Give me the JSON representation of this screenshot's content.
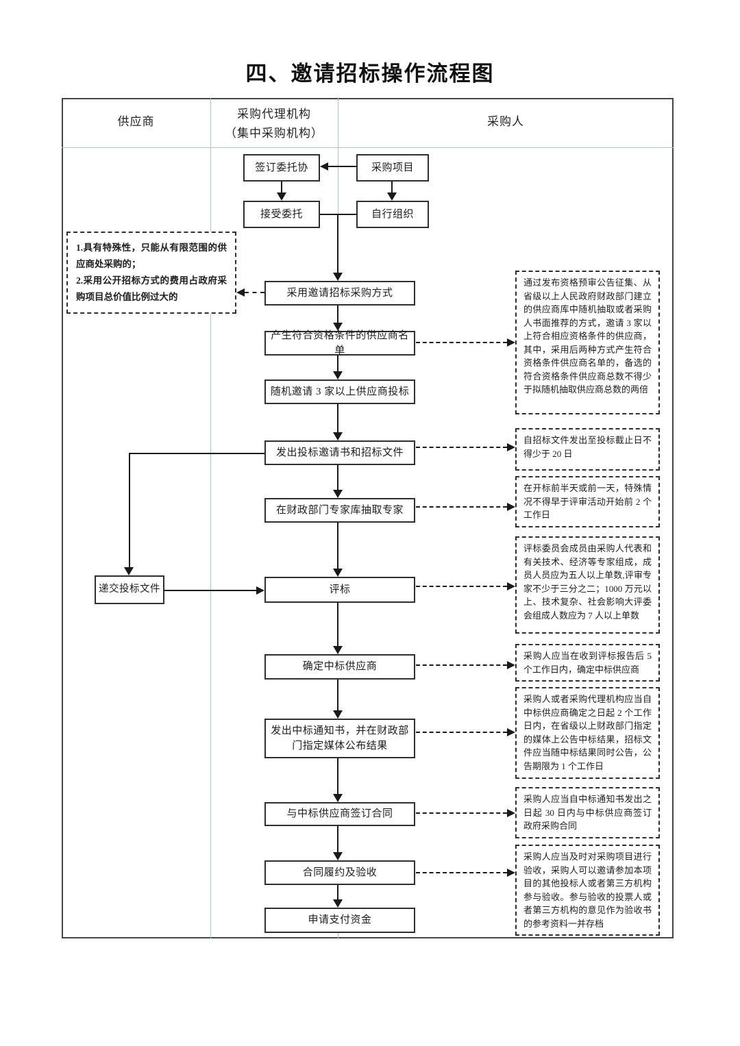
{
  "title": "四、邀请招标操作流程图",
  "lanes": {
    "supplier": "供应商",
    "agency": [
      "采购代理机构",
      "（集中采购机构）"
    ],
    "purchaser": "采购人"
  },
  "nodes": {
    "sign_agreement": "签订委托协",
    "procurement_project": "采购项目",
    "accept_commission": "接受委托",
    "self_organize": "自行组织",
    "adopt_method": "采用邀请招标采购方式",
    "generate_list": "产生符合资格条件的供应商名单",
    "random_invite": "随机邀请 3 家以上供应商投标",
    "issue_invitation": "发出投标邀请书和招标文件",
    "draw_experts": "在财政部门专家库抽取专家",
    "submit_bid": "递交投标文件",
    "evaluation": "评标",
    "determine_winner": "确定中标供应商",
    "issue_notice": "发出中标通知书，并在财政部门指定媒体公布结果",
    "sign_contract": "与中标供应商签订合同",
    "acceptance": "合同履约及验收",
    "apply_payment": "申请支付资金"
  },
  "notes": {
    "left_item1": "1.具有特殊性，只能从有限范围的供应商处采购的；",
    "left_item2": "2.采用公开招标方式的费用占政府采购项目总价值比例过大的",
    "right1": "通过发布资格预审公告征集、从省级以上人民政府财政部门建立的供应商库中随机抽取或者采购人书面推荐的方式，邀请 3 家以上符合相应资格条件的供应商，其中，采用后两种方式产生符合资格条件供应商名单的，备选的符合资格条件供应商总数不得少于拟随机抽取供应商总数的两倍",
    "right2": "自招标文件发出至投标截止日不得少于 20 日",
    "right3": "在开标前半天或前一天，特殊情况不得早于评审活动开始前 2 个工作日",
    "right4": "评标委员会成员由采购人代表和有关技术、经济等专家组成，成员人员应为五人以上单数,评审专家不少于三分之二；1000 万元以上、技术复杂、社会影响大评委会组成人数应为 7 人以上单数",
    "right5": "采购人应当在收到评标报告后 5 个工作日内，确定中标供应商",
    "right6": "采购人或者采购代理机构应当自中标供应商确定之日起 2 个工作日内，在省级以上财政部门指定的媒体上公告中标结果，招标文件应当随中标结果同时公告，公告期限为 1 个工作日",
    "right7": "采购人应当自中标通知书发出之日起 30 日内与中标供应商签订政府采购合同",
    "right8": "采购人应当及时对采购项目进行验收，采购人可以邀请参加本项目的其他投标人或者第三方机构参与验收。参与验收的投票人或者第三方机构的意见作为验收书的参考资料一并存档"
  },
  "colors": {
    "lane_line": "#a6c4dc",
    "box_border": "#2e2e2e",
    "arrow": "#1a1a1a",
    "text": "#1d1d1d"
  }
}
